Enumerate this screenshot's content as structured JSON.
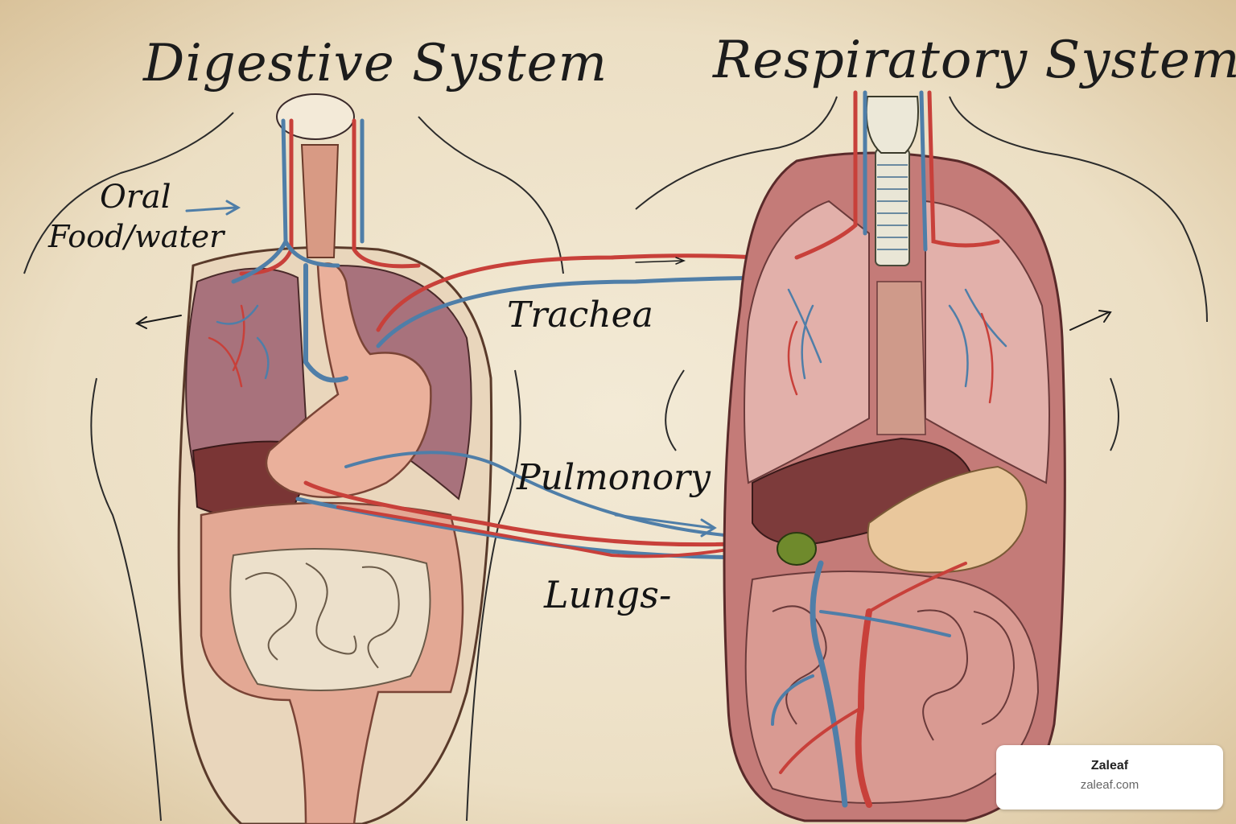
{
  "titles": {
    "left": "Digestive System",
    "right": "Respiratory System"
  },
  "labels": {
    "oral": "Oral",
    "food_water": "Food/water",
    "trachea": "Trachea",
    "pulmonory": "Pulmonory",
    "lungs": "Lungs-"
  },
  "watermark": {
    "name": "Zaleaf",
    "url": "zaleaf.com"
  },
  "colors": {
    "artery": "#c8403a",
    "vein": "#4f7ea8",
    "lung": "#d99a9a",
    "liver": "#7a3535",
    "intestine": "#e8dcc8",
    "colon": "#e3a894",
    "paper": "#efe4cc"
  }
}
